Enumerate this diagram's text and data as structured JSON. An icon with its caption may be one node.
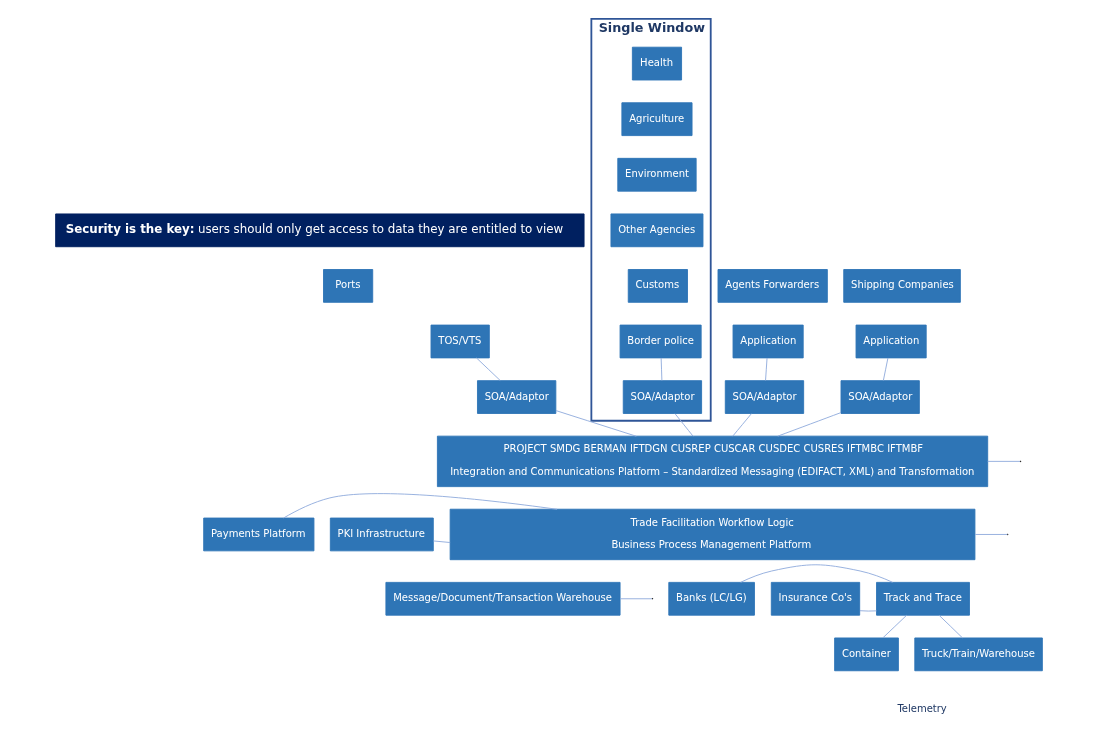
{
  "diagram": {
    "nodes": [
      {
        "text": [
          "**Security is the key:** users should only get access to data they are entitled to view"
        ]
      },
      {
        "text": [
          "Single Window"
        ]
      },
      {
        "text": [
          "Health"
        ],
        "in": 1
      },
      {
        "text": [
          "Agriculture"
        ],
        "in": 1
      },
      {
        "text": [
          "Environment"
        ],
        "in": 1
      },
      {
        "text": [
          "Other Agencies"
        ],
        "in": 1
      },
      {
        "text": [
          "Customs"
        ],
        "in": 1
      },
      {
        "text": [
          "Border police"
        ],
        "in": 1
      },
      {
        "text": [
          "SOA/Adaptor"
        ],
        "in": 1
      },
      {
        "text": [
          "Ports"
        ]
      },
      {
        "text": [
          "TOS/VTS"
        ]
      },
      {
        "text": [
          "SOA/Adaptor"
        ]
      },
      {
        "text": [
          "Agents Forwarders"
        ]
      },
      {
        "text": [
          "Shipping Companies"
        ]
      },
      {
        "text": [
          "Application"
        ]
      },
      {
        "text": [
          "SOA/Adaptor"
        ]
      },
      {
        "text": [
          "Application"
        ]
      },
      {
        "text": [
          "SOA/Adaptor"
        ]
      },
      {
        "text": [
          "PROJECT SMDG BERMAN IFTDGN CUSREP CUSCAR CUSDEC CUSRES IFTMBC IFTMBF",
          "Integration and Communications Platform – Standardized Messaging (EDIFACT, XML) and Transformation"
        ]
      },
      {
        "text": [
          "Trade Facilitation Workflow Logic",
          "Business Process Management Platform"
        ]
      },
      {
        "text": [
          "Payments Platform"
        ]
      },
      {
        "text": [
          "PKI Infrastructure"
        ]
      },
      {
        "text": [
          "Banks (LC/LG)"
        ]
      },
      {
        "text": [
          "Insurance Co's"
        ]
      },
      {
        "text": [
          "Track and Trace"
        ]
      },
      {
        "text": [
          "Container"
        ]
      },
      {
        "text": [
          "Truck/Train/Warehouse"
        ]
      },
      {
        "text": [
          "Message/Document/Transaction Warehouse"
        ]
      }
    ],
    "edges": [
      {
        "from": 10,
        "to": 11,
        "arrow": "none"
      },
      {
        "from": 11,
        "to": 18,
        "arrow": "none"
      },
      {
        "from": 7,
        "to": 8,
        "arrow": "none"
      },
      {
        "from": 8,
        "to": 18,
        "arrow": "none"
      },
      {
        "from": 14,
        "to": 15,
        "arrow": "none"
      },
      {
        "from": 15,
        "to": 18,
        "arrow": "none"
      },
      {
        "from": 16,
        "to": 17,
        "arrow": "none"
      },
      {
        "from": 17,
        "to": 18,
        "arrow": "none"
      },
      {
        "from": 20,
        "to": 19,
        "arrow": "none"
      },
      {
        "from": 21,
        "to": 19,
        "arrow": "none"
      },
      {
        "from": 22,
        "to": 24,
        "arrow": "none"
      },
      {
        "from": 23,
        "to": 24,
        "arrow": "none"
      },
      {
        "from": 24,
        "to": 25,
        "arrow": "none"
      },
      {
        "from": 24,
        "to": 26,
        "arrow": "none"
      },
      {
        "from": 18,
        "to": null,
        "arrow": "none"
      },
      {
        "from": 19,
        "to": null,
        "arrow": "none"
      },
      {
        "from": 27,
        "to": null,
        "arrow": "none"
      }
    ],
    "labels": [
      "Telemetry"
    ]
  }
}
